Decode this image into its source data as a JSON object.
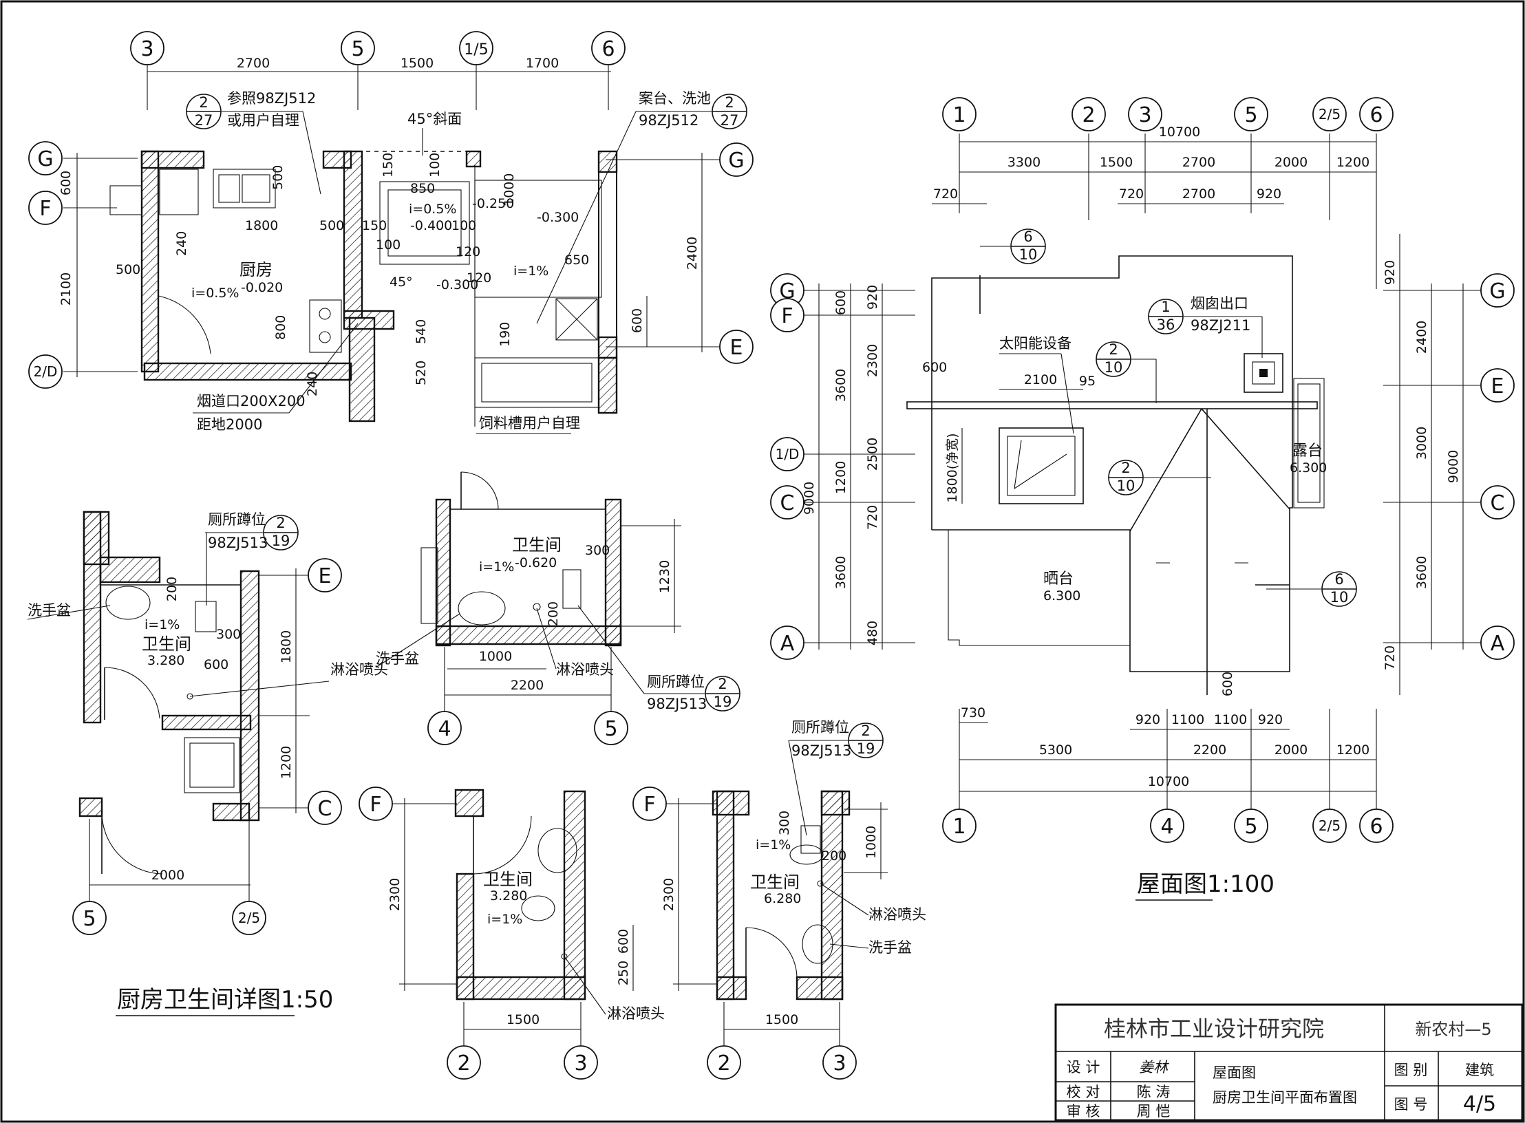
{
  "kitchen_plan": {
    "axes_top": [
      "3",
      "5",
      "1/5",
      "6"
    ],
    "dims_top": [
      "2700",
      "1500",
      "1700"
    ],
    "axes_left": [
      "G",
      "F",
      "2/D"
    ],
    "dims_left": [
      "600",
      "2100"
    ],
    "axes_right": [
      "G",
      "E"
    ],
    "dims_right": [
      "2400",
      "600"
    ],
    "ref1_num": "2",
    "ref1_den": "27",
    "ref1_text1": "参照98ZJ512",
    "ref1_text2": "或用户自理",
    "ref2_text1": "案台、洗池",
    "ref2_text2": "98ZJ512",
    "ref2_num": "2",
    "ref2_den": "27",
    "slope_note": "45°斜面",
    "room_name": "厨房",
    "room_elev": "-0.020",
    "room_slope": "i=0.5%",
    "inner_dims": [
      "500",
      "1800",
      "500",
      "150",
      "850",
      "100",
      "150",
      "240",
      "500",
      "800",
      "540",
      "520",
      "240",
      "100",
      "100",
      "120",
      "120",
      "1000",
      "650",
      "190",
      "600",
      "45°"
    ],
    "slope2": "i=0.5%",
    "elev_a": "-0.250",
    "elev_b": "-0.400",
    "elev_c": "-0.300",
    "elev_d": "-0.300",
    "slope3": "i=1%",
    "chimney1": "烟道口200X200",
    "chimney2": "距地2000",
    "feed_trough": "饲料槽用户自理"
  },
  "bath_left": {
    "ref_text1": "厕所蹲位",
    "ref_text2": "98ZJ513",
    "ref_num": "2",
    "ref_den": "19",
    "basin": "洗手盆",
    "room": "卫生间",
    "elev": "3.280",
    "slope": "i=1%",
    "shower": "淋浴喷头",
    "dims": [
      "200",
      "300",
      "600",
      "1800",
      "1200",
      "2000"
    ],
    "axes": [
      "E",
      "C",
      "5",
      "2/5"
    ]
  },
  "bath_mid": {
    "room": "卫生间",
    "elev": "-0.620",
    "slope": "i=1%",
    "dims": [
      "300",
      "1230",
      "200",
      "1000",
      "2200"
    ],
    "basin": "洗手盆",
    "shower": "淋浴喷头",
    "ref_text1": "厕所蹲位",
    "ref_text2": "98ZJ513",
    "ref_num": "2",
    "ref_den": "19",
    "axes": [
      "4",
      "5"
    ]
  },
  "bath_b1": {
    "axis_left": "F",
    "room": "卫生间",
    "elev": "3.280",
    "slope": "i=1%",
    "dims": [
      "2300",
      "600",
      "250",
      "1500"
    ],
    "shower": "淋浴喷头",
    "axes": [
      "2",
      "3"
    ]
  },
  "bath_b2": {
    "axis_left": "F",
    "ref_text1": "厕所蹲位",
    "ref_text2": "98ZJ513",
    "ref_num": "2",
    "ref_den": "19",
    "room": "卫生间",
    "elev": "6.280",
    "slope": "i=1%",
    "dims": [
      "300",
      "200",
      "1000",
      "2300",
      "1500"
    ],
    "shower": "淋浴喷头",
    "basin": "洗手盆",
    "axes": [
      "2",
      "3"
    ]
  },
  "detail_title": "厨房卫生间详图1:50",
  "roof_plan": {
    "axes_top": [
      "1",
      "2",
      "3",
      "5",
      "2/5",
      "6"
    ],
    "top_total": "10700",
    "top_dims": [
      "3300",
      "1500",
      "2700",
      "2000",
      "1200"
    ],
    "top_dims2": [
      "720",
      "720",
      "2700",
      "920"
    ],
    "axes_left": [
      "G",
      "F",
      "1/D",
      "C",
      "A"
    ],
    "left_dims": [
      "600",
      "920",
      "3600",
      "2300",
      "1200",
      "2500",
      "720",
      "9000",
      "3600",
      "480"
    ],
    "axes_right": [
      "G",
      "E",
      "C",
      "A"
    ],
    "right_dims": [
      "920",
      "2400",
      "3000",
      "9000",
      "3600",
      "720"
    ],
    "solar": "太阳能设备",
    "solar_w": "2100",
    "solar_95": "95",
    "solar_h": "1800(净宽)",
    "dim600": "600",
    "ref_a_num": "6",
    "ref_a_den": "10",
    "ref_b_num": "2",
    "ref_b_den": "10",
    "ref_c_num": "2",
    "ref_c_den": "10",
    "ref_d_num": "6",
    "ref_d_den": "10",
    "chimney_num": "1",
    "chimney_den": "36",
    "chimney_text": "烟囱出口",
    "chimney_ref": "98ZJ211",
    "terrace": "露台",
    "terrace_elev": "6.300",
    "drying": "晒台",
    "drying_elev": "6.300",
    "bot_dims2": [
      "730",
      "920",
      "1100",
      "1100",
      "920"
    ],
    "bot_dims": [
      "5300",
      "2200",
      "2000",
      "1200"
    ],
    "bot_total": "10700",
    "bot_600": "600",
    "axes_bottom": [
      "1",
      "4",
      "5",
      "2/5",
      "6"
    ]
  },
  "roof_title": "屋面图1:100",
  "title_block": {
    "institute": "桂林市工业设计研究院",
    "project": "新农村—5",
    "design_label": "设 计",
    "design_sign": "姜林",
    "check_label": "校 对",
    "check_name": "陈 涛",
    "review_label": "审 核",
    "review_name": "周 恺",
    "drawing1": "屋面图",
    "drawing2": "厨房卫生间平面布置图",
    "type_label": "图 别",
    "type_value": "建筑",
    "no_label": "图 号",
    "no_value": "4/5"
  }
}
